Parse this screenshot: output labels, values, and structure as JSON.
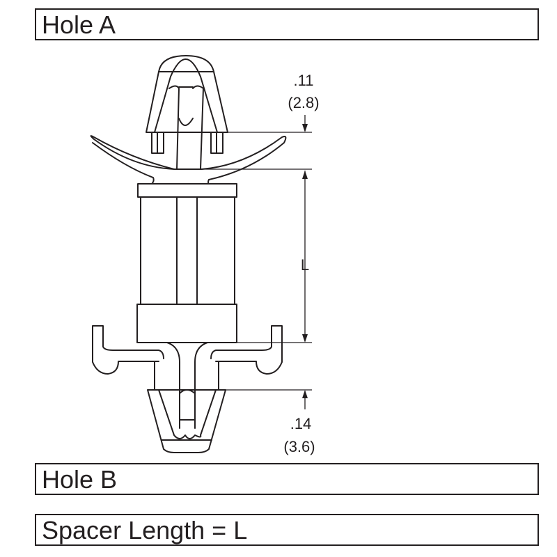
{
  "labels": {
    "hole_a": "Hole A",
    "hole_b": "Hole B",
    "spacer_length": "Spacer Length = L"
  },
  "dimensions": {
    "top_in": ".11",
    "top_mm": "(2.8)",
    "length": "L",
    "bottom_in": ".14",
    "bottom_mm": "(3.6)"
  }
}
